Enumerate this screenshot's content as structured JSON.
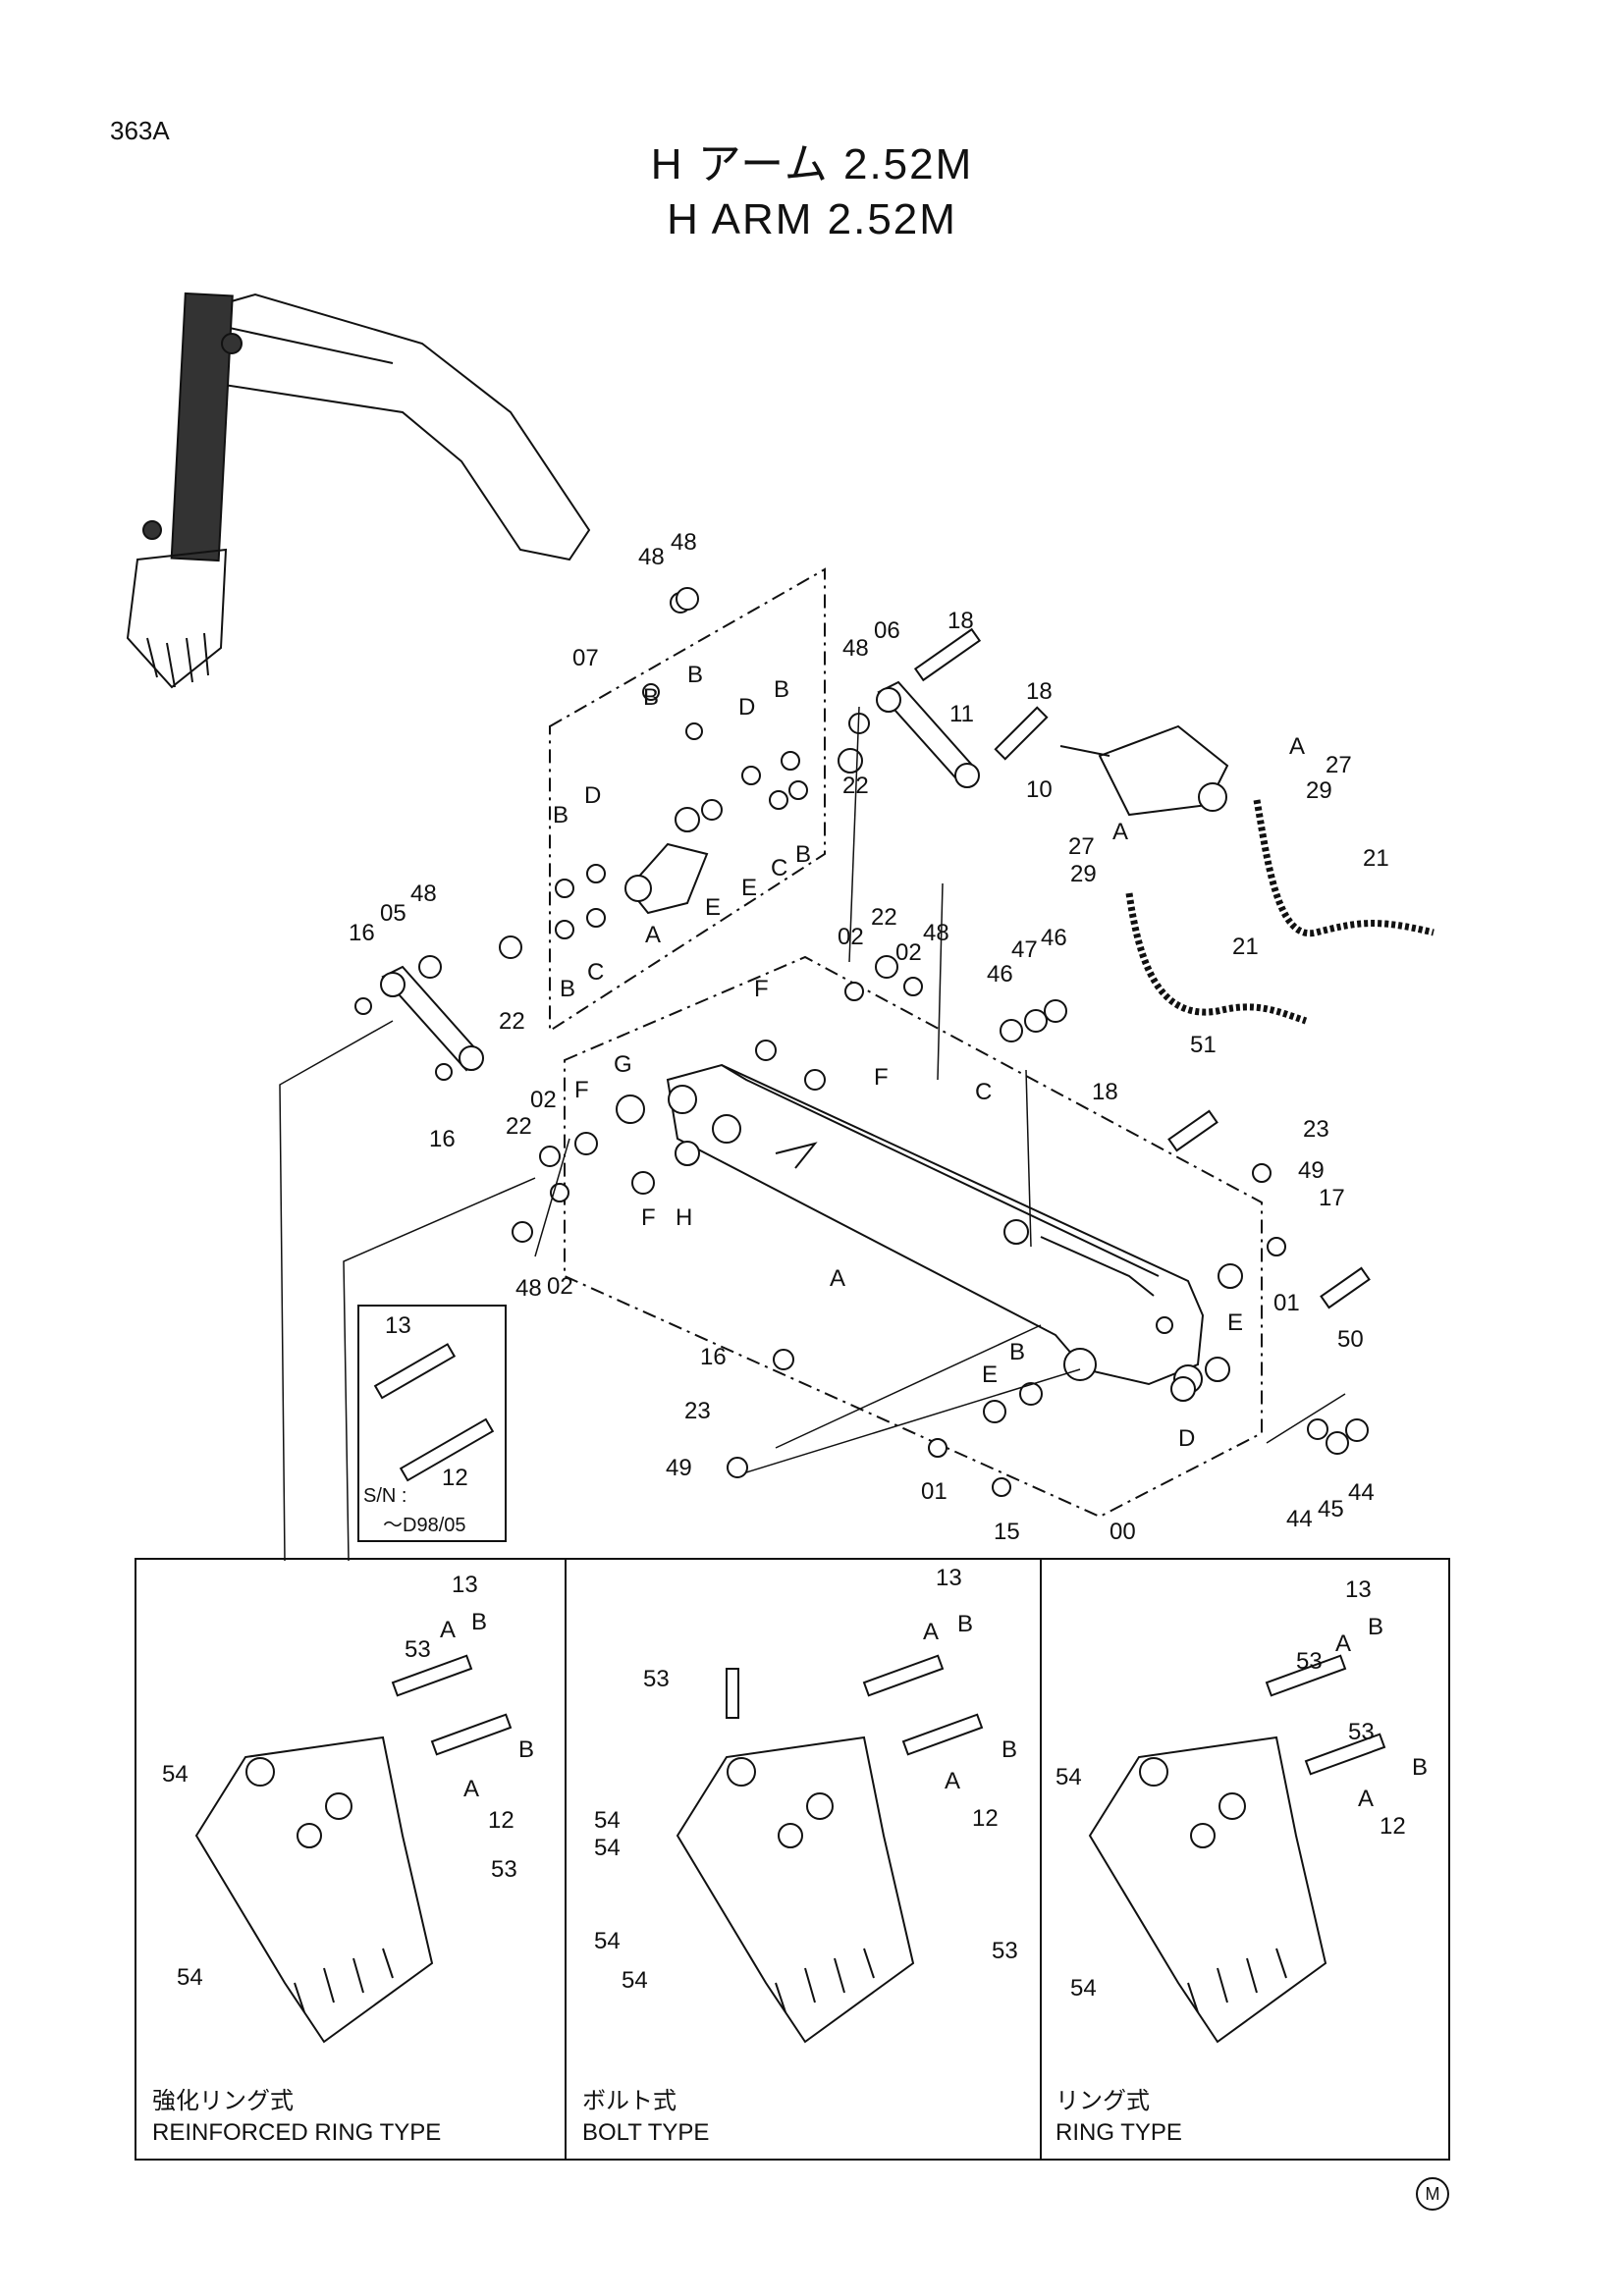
{
  "page_number": "363A",
  "title_jp": "H アーム 2.52M",
  "title_en": "H ARM 2.52M",
  "inset": {
    "serial_label": "S/N :",
    "serial_range": "～D98/05"
  },
  "panels": [
    {
      "caption_jp": "強化リング式",
      "caption_en": "REINFORCED RING TYPE"
    },
    {
      "caption_jp": "ボルト式",
      "caption_en": "BOLT TYPE"
    },
    {
      "caption_jp": "リング式",
      "caption_en": "RING TYPE"
    }
  ],
  "mark": "M",
  "callouts": {
    "c48": "48",
    "c07": "07",
    "c06": "06",
    "c18": "18",
    "c11": "11",
    "c10": "10",
    "c22": "22",
    "c05": "05",
    "c16": "16",
    "c02": "02",
    "c46": "46",
    "c47": "47",
    "c51": "51",
    "c23": "23",
    "c49": "49",
    "c17": "17",
    "c50": "50",
    "c01": "01",
    "c15": "15",
    "c00": "00",
    "c44": "44",
    "c45": "45",
    "c27": "27",
    "c29": "29",
    "c21": "21",
    "c13": "13",
    "c12": "12",
    "c53": "53",
    "c54": "54",
    "A": "A",
    "B": "B",
    "C": "C",
    "D": "D",
    "E": "E",
    "F": "F",
    "G": "G",
    "H": "H"
  }
}
